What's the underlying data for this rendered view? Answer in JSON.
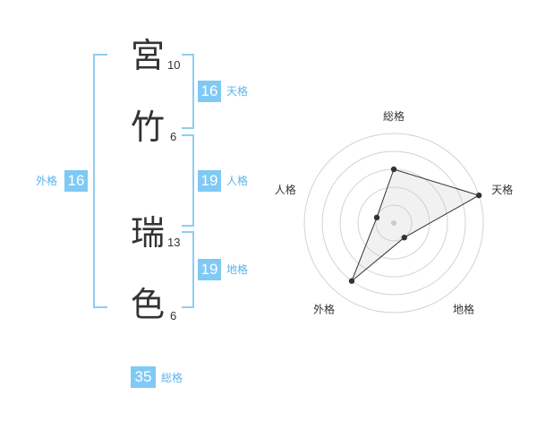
{
  "name": {
    "chars": [
      {
        "char": "宮",
        "strokes": "10"
      },
      {
        "char": "竹",
        "strokes": "6"
      },
      {
        "char": "瑞",
        "strokes": "13"
      },
      {
        "char": "色",
        "strokes": "6"
      }
    ]
  },
  "fortunes": {
    "tenkaku": {
      "value": "16",
      "label": "天格"
    },
    "jinkaku": {
      "value": "19",
      "label": "人格"
    },
    "chikaku": {
      "value": "19",
      "label": "地格"
    },
    "gaikaku": {
      "value": "16",
      "label": "外格"
    },
    "soukaku": {
      "value": "35",
      "label": "総格"
    }
  },
  "colors": {
    "accent": "#7fc9f5",
    "bracket": "#8fcdf2",
    "label": "#5ab4ea"
  },
  "chart_data": {
    "type": "radar",
    "axes": [
      "総格",
      "天格",
      "地格",
      "外格",
      "人格"
    ],
    "values": [
      3,
      5,
      1,
      4,
      1
    ],
    "max": 5
  }
}
